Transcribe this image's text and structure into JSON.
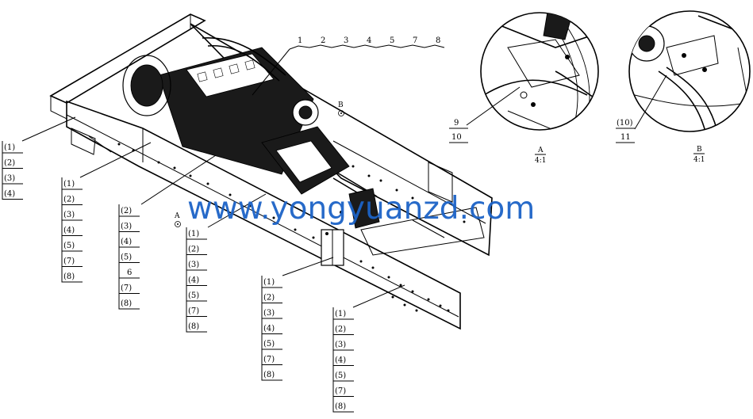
{
  "legend_top": [
    "1",
    "2",
    "3",
    "4",
    "5",
    "7",
    "8"
  ],
  "list_left": [
    "(1)",
    "(2)",
    "(3)",
    "(4)"
  ],
  "list_a": [
    "(1)",
    "(2)",
    "(3)",
    "(4)",
    "(5)",
    "(7)",
    "(8)"
  ],
  "list_b": [
    "(2)",
    "(3)",
    "(4)",
    "(5)",
    "6",
    "(7)",
    "(8)"
  ],
  "list_c": [
    "(1)",
    "(2)",
    "(3)",
    "(4)",
    "(5)",
    "(7)",
    "(8)"
  ],
  "list_d": [
    "(1)",
    "(2)",
    "(3)",
    "(4)",
    "(5)",
    "(7)",
    "(8)"
  ],
  "list_e": [
    "(1)",
    "(2)",
    "(3)",
    "(4)",
    "(5)",
    "(7)",
    "(8)"
  ],
  "detail_a": {
    "labels": [
      "9",
      "10"
    ],
    "title": "A",
    "scale": "4:1"
  },
  "detail_b": {
    "labels": [
      "(10)",
      "11"
    ],
    "title": "B",
    "scale": "4:1"
  },
  "view_markers": {
    "a": "A",
    "b": "B"
  },
  "watermark": "www.yongyuanzd.com"
}
